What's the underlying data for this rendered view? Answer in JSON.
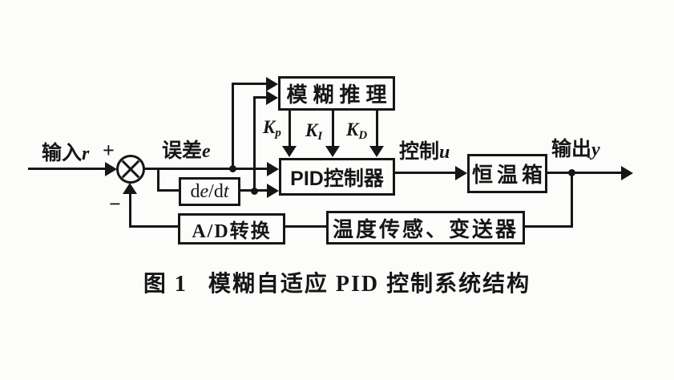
{
  "figure": {
    "caption_fig": "图 1",
    "caption_title": "模糊自适应 PID 控制系统结构"
  },
  "signals": {
    "input": {
      "cn": "输入",
      "var": "r"
    },
    "error": {
      "cn": "误差",
      "var": "e"
    },
    "control": {
      "cn": "控制",
      "var": "u"
    },
    "output": {
      "cn": "输出",
      "var": "y"
    },
    "plus": "+",
    "minus": "−"
  },
  "blocks": {
    "fuzzy": "模糊推理",
    "pid": "PID控制器",
    "derivative": {
      "d1": "d",
      "e": "e",
      "d2": "/d",
      "t": "t"
    },
    "oven": "恒温箱",
    "adc": "A/D转换",
    "sensor": "温度传感、变送器"
  },
  "gains": {
    "kp": {
      "base": "K",
      "sub": "p"
    },
    "ki": {
      "base": "K",
      "sub": "I"
    },
    "kd": {
      "base": "K",
      "sub": "D"
    }
  },
  "colors": {
    "line": "#161616",
    "background": "#fcfcfa"
  }
}
